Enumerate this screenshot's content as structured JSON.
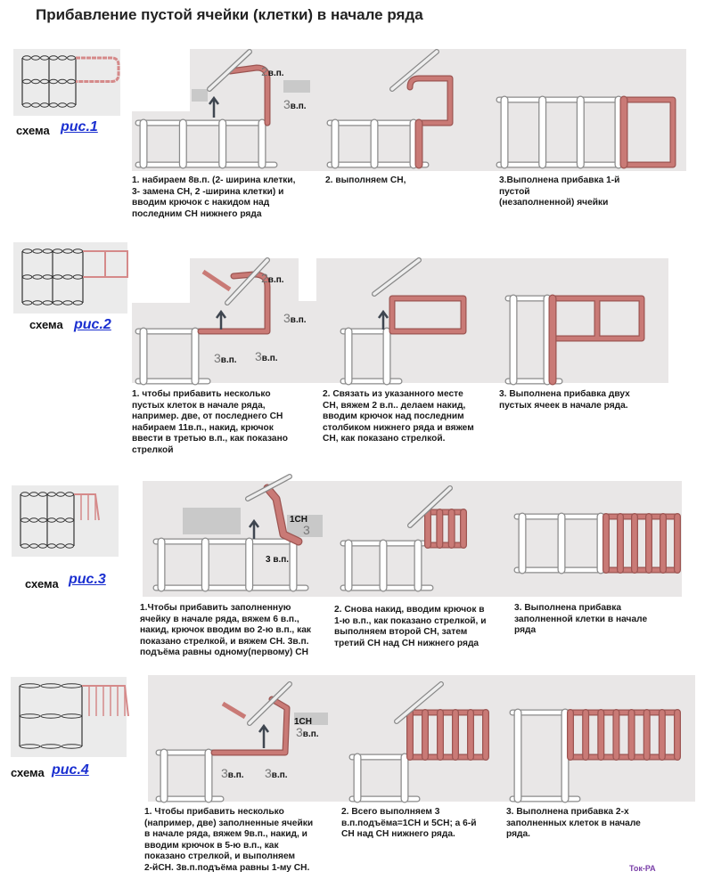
{
  "title": "Прибавление пустой ячейки (клетки) в  начале ряда",
  "colors": {
    "yarn_pink": "#c97a76",
    "yarn_white": "#ffffff",
    "panel_bg": "#e9e7e7",
    "link": "#1a2fd0"
  },
  "rows": [
    {
      "schema_label": "схема",
      "figure_link": "рис.1",
      "labels": [
        {
          "num": "2",
          "unit": "в.п."
        },
        {
          "num": "3",
          "unit": "в.п."
        }
      ],
      "captions": [
        "1. набираем 8в.п. (2- ширина клетки,\n3- замена СН, 2 -ширина клетки) и\nвводим крючок с накидом  над\nпоследним СН нижнего ряда",
        "2. выполняем СН,",
        "3.Выполнена прибавка 1-й\nпустой\n(незаполненной) ячейки"
      ]
    },
    {
      "schema_label": "схема",
      "figure_link": "рис.2",
      "labels": [
        {
          "num": "2",
          "unit": "в.п."
        },
        {
          "num": "3",
          "unit": "в.п."
        },
        {
          "num": "3",
          "unit": "в.п."
        },
        {
          "num": "3",
          "unit": "в.п."
        }
      ],
      "captions": [
        "1. чтобы прибавить несколько\nпустых клеток в начале ряда,\nнапример. две, от последнего СН\nнабираем 11в.п., накид, крючок\nввести в третью в.п., как показано\nстрелкой",
        "2. Связать из указанного месте\nСН, вяжем 2 в.п.. делаем накид,\nвводим крючок над последним\nстолбиком нижнего ряда и вяжем\nСН, как показано стрелкой.",
        "3. Выполнена прибавка двух\nпустых ячеек в начале ряда."
      ]
    },
    {
      "schema_label": "схема",
      "figure_link": "рис.3",
      "labels": [
        {
          "num": "",
          "unit": "1СН"
        },
        {
          "num": "3",
          "unit": ""
        },
        {
          "num": "",
          "unit": "3 в.п."
        }
      ],
      "captions": [
        "1.Чтобы прибавить заполненную\nячейку в начале ряда, вяжем 6 в.п.,\nнакид, крючок вводим во 2-ю в.п., как\nпоказано стрелкой, и вяжем СН. 3в.п.\nподъёма равны одному(первому) СН",
        "2. Снова накид, вводим крючок в\n1-ю в.п., как показано стрелкой, и\nвыполняем второй СН,  затем\nтретий СН над СН нижнего ряда",
        "3. Выполнена прибавка\nзаполненной клетки в начале\nряда"
      ]
    },
    {
      "schema_label": "схема",
      "figure_link": "рис.4",
      "labels": [
        {
          "num": "",
          "unit": "1СН"
        },
        {
          "num": "3",
          "unit": "в.п."
        },
        {
          "num": "3",
          "unit": "в.п."
        },
        {
          "num": "3",
          "unit": "в.п."
        }
      ],
      "captions": [
        "1. Чтобы прибавить несколько\n(например, две) заполненные ячейки\nв начале ряда, вяжем 9в.п., накид, и\nвводим крючок в 5-ю в.п., как\nпоказано стрелкой, и выполняем\n2-йСН. 3в.п.подъёма равны 1-му СН.",
        "2. Всего выполняем 3\nв.п.подъёма=1СН  и  5СН; а 6-й\nСН над  СН нижнего ряда.",
        "3. Выполнена прибавка 2-х\nзаполненных клеток в начале\nряда."
      ]
    }
  ],
  "signature": "Ток-РА"
}
